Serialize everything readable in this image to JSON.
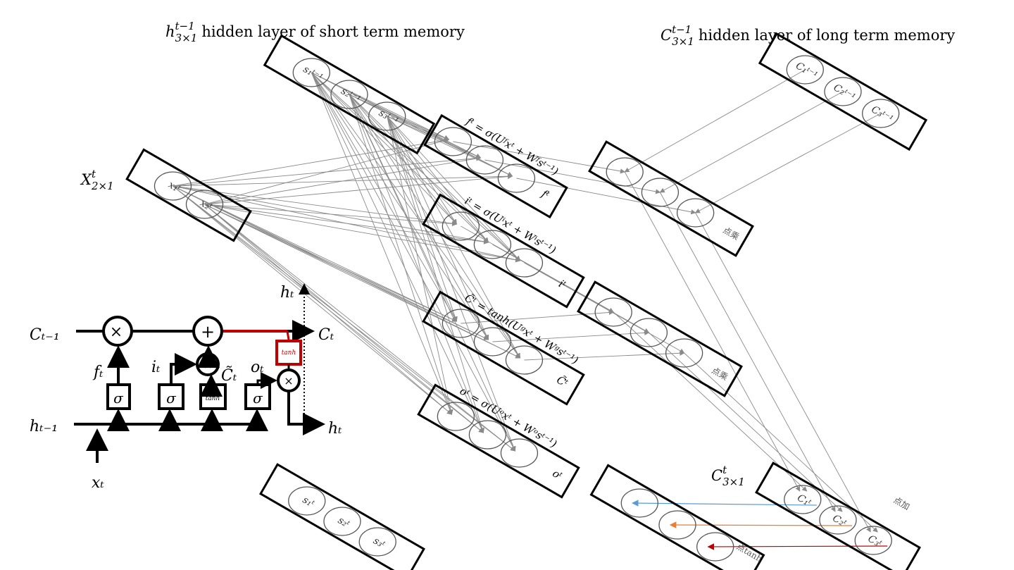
{
  "titles": {
    "short_term_symbol": "h",
    "short_term_sup": "t−1",
    "short_term_sub": "3×1",
    "short_term_text": "hidden layer of short term memory",
    "long_term_symbol": "C",
    "long_term_sup": "t−1",
    "long_term_sub": "3×1",
    "long_term_text": "hidden layer of long term memory",
    "input_symbol": "X",
    "input_sup": "t",
    "input_sub": "2×1",
    "cell_out_symbol": "C",
    "cell_out_sup": "t",
    "cell_out_sub": "3×1"
  },
  "vectors": {
    "h_prev": [
      "s₁ᵗ⁻¹",
      "s₂ᵗ⁻¹",
      "s₃ᵗ⁻¹"
    ],
    "x": [
      "x₁ᵗ",
      "x₂ᵗ"
    ],
    "c_prev": [
      "C₁ᵗ⁻¹",
      "C₂ᵗ⁻¹",
      "C₃ᵗ⁻¹"
    ],
    "c_t": [
      "C₁ᵗ",
      "C₂ᵗ",
      "C₃ᵗ"
    ],
    "s_t": [
      "s₁ᵗ",
      "s₂ᵗ",
      "s₃ᵗ"
    ],
    "tanh_out": [
      "",
      "",
      ""
    ]
  },
  "gates": {
    "f": {
      "formula": "fᵗ = σ(Uᶠxᵗ + Wᶠsᵗ⁻¹)",
      "end_label": "fᵗ"
    },
    "i": {
      "formula": "iᵗ = σ(Uⁱxᵗ + Wⁱsᵗ⁻¹)",
      "end_label": "iᵗ"
    },
    "g": {
      "formula": "C̃ᵗ = tanh(Uᵍxᵗ + Wᵍsᵗ⁻¹)",
      "end_label": "C̃ᵗ"
    },
    "o": {
      "formula": "oᵗ = σ(Uᵒxᵗ + Wᵒsᵗ⁻¹)",
      "end_label": "oᵗ"
    }
  },
  "ops": {
    "mult1": "点乘",
    "mult2": "点乘",
    "add": "点加",
    "tanh": "点tanh"
  },
  "cell": {
    "c_prev": "Cₜ₋₁",
    "c_next": "Cₜ",
    "h_prev": "hₜ₋₁",
    "h_next": "hₜ",
    "h_up": "hₜ",
    "x": "xₜ",
    "f": "fₜ",
    "i": "iₜ",
    "c_tilde": "C̃ₜ",
    "o": "oₜ",
    "sigma": "σ",
    "tanh": "tanh",
    "times": "×",
    "plus": "+"
  },
  "colors": {
    "line": "#8a8a8a",
    "highlight": "#c00000",
    "arrow_blue": "#5b9bd5",
    "arrow_orange": "#ed7d31",
    "arrow_red": "#c00000"
  }
}
